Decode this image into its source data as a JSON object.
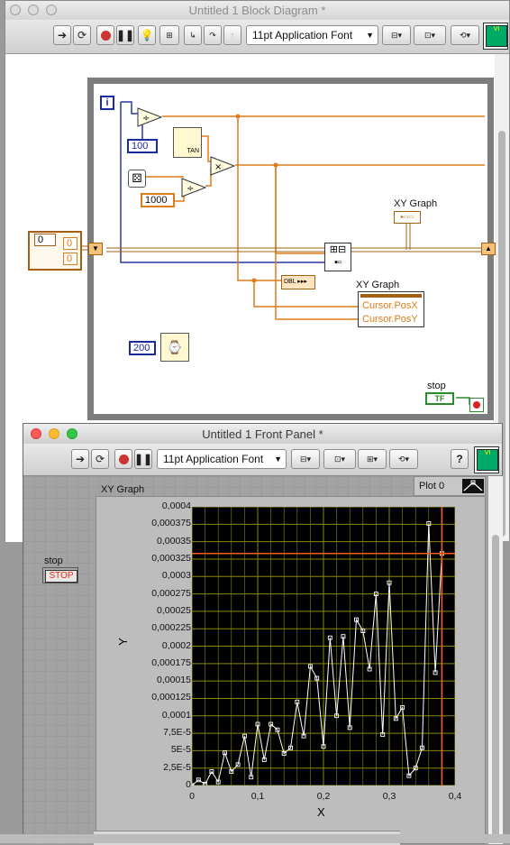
{
  "block_diagram": {
    "title": "Untitled 1 Block Diagram *",
    "toolbar": {
      "font_label": "11pt Application Font"
    },
    "loop_index_label": "i",
    "constants": {
      "c100": "100",
      "c1000": "1000",
      "c200": "200",
      "array_index": "0",
      "array_el1": "0",
      "array_el2": "0"
    },
    "xy_graph_label": "XY Graph",
    "xy_graph_terminal_label": "XY Graph",
    "property_node_items": [
      "Cursor.PosX",
      "Cursor.PosY"
    ],
    "tan_label": "TAN",
    "stop_label": "stop",
    "stop_terminal": "TF"
  },
  "front_panel": {
    "title": "Untitled 1 Front Panel *",
    "toolbar": {
      "font_label": "11pt Application Font",
      "help": "?"
    },
    "stop_label": "stop",
    "stop_button": "STOP",
    "graph_label": "XY Graph",
    "plot_legend": "Plot 0"
  },
  "chart_data": {
    "type": "line",
    "title": "",
    "xlabel": "X",
    "ylabel": "Y",
    "xlim": [
      0,
      0.4
    ],
    "ylim": [
      0,
      0.0004
    ],
    "x_ticks": [
      "0",
      "0,1",
      "0,2",
      "0,3",
      "0,4"
    ],
    "y_ticks": [
      "0",
      "2,5E-5",
      "5E-5",
      "7,5E-5",
      "0,0001",
      "0,000125",
      "0,00015",
      "0,000175",
      "0,0002",
      "0,000225",
      "0,00025",
      "0,000275",
      "0,0003",
      "0,000325",
      "0,00035",
      "0,000375",
      "0,0004"
    ],
    "grid": true,
    "background": "#000000",
    "grid_color": "#8a8a00",
    "line_color": "#ffffff",
    "cursor_color": "#ff5a1a",
    "cursor": {
      "x": 0.38,
      "y": 0.000333
    },
    "series": [
      {
        "name": "Plot 0",
        "x": [
          0.0,
          0.01,
          0.02,
          0.03,
          0.04,
          0.05,
          0.06,
          0.07,
          0.08,
          0.09,
          0.1,
          0.11,
          0.12,
          0.13,
          0.14,
          0.15,
          0.16,
          0.17,
          0.18,
          0.19,
          0.2,
          0.21,
          0.22,
          0.23,
          0.24,
          0.25,
          0.26,
          0.27,
          0.28,
          0.29,
          0.3,
          0.31,
          0.32,
          0.33,
          0.34,
          0.35,
          0.36,
          0.37,
          0.38
        ],
        "y": [
          0.0,
          8e-06,
          2e-06,
          2e-05,
          5e-06,
          4.7e-05,
          2e-05,
          3e-05,
          7.1e-05,
          1.2e-05,
          8.8e-05,
          3.7e-05,
          8.8e-05,
          8e-05,
          4.6e-05,
          5.4e-05,
          0.00012,
          7.1e-05,
          0.000171,
          0.000154,
          5.6e-05,
          0.000212,
          0.0001,
          0.000214,
          8.3e-05,
          0.000238,
          0.000222,
          0.000167,
          0.000275,
          7.3e-05,
          0.000291,
          9.6e-05,
          0.000112,
          1.4e-05,
          2.5e-05,
          5.4e-05,
          0.000376,
          0.000162,
          0.000333
        ]
      }
    ]
  }
}
